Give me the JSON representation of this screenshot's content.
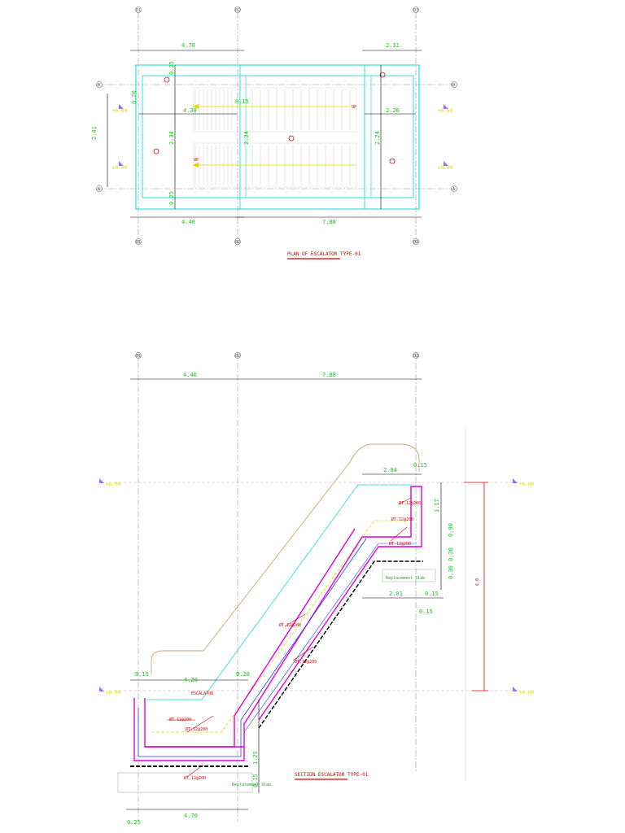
{
  "plan": {
    "title": "PLAN OF ESCALATOR TYPE-01",
    "axes_top": [
      "01",
      "02",
      "03"
    ],
    "axes_bottom": [
      "01",
      "02",
      "03"
    ],
    "axes_side": [
      "B",
      "A"
    ],
    "dims_top": [
      "4.70",
      "2.31"
    ],
    "dims_bottom": [
      "4.40",
      "7.88"
    ],
    "dims_left_vertical": [
      "2.41"
    ],
    "dims_inner": [
      "4.30",
      "2.20",
      "0.15",
      "2.34",
      "2.34",
      "2.24",
      "0.20",
      "0.25",
      "0.25"
    ],
    "levels": [
      "+6.00",
      "+6.00",
      "±0.00",
      "±0.00"
    ],
    "up_label": "UP"
  },
  "section": {
    "title": "SECTION ESCALATOR TYPE-01",
    "axes_top": [
      "01",
      "02",
      "03"
    ],
    "dims_top": [
      "4.40",
      "7.88"
    ],
    "dims_upper": [
      "2.04",
      "0.15"
    ],
    "dims_right": [
      "1.17",
      "0.90",
      "0.20",
      "0.30"
    ],
    "dims_right_lower": [
      "2.01",
      "0.15",
      "0.15"
    ],
    "dims_pit": [
      "0.15",
      "4.20",
      "0.20"
    ],
    "dims_bottom": [
      "0.25",
      "4.70"
    ],
    "dims_pit_vertical": [
      "1.25",
      "0.15"
    ],
    "levels": [
      "+6.00",
      "+6.00",
      "±0.00",
      "±0.00"
    ],
    "notes": [
      "Replacement Slab",
      "Replacement Slab"
    ],
    "annotations": [
      "ESCALATOR",
      "ØT.12@200",
      "ØT.12@200",
      "ØT.12@200",
      "ØT.12@200",
      "ØT.12@200",
      "ØT.12@200",
      "ØT.12@200",
      "ØT.12@200"
    ],
    "rise_label": "6.0"
  }
}
